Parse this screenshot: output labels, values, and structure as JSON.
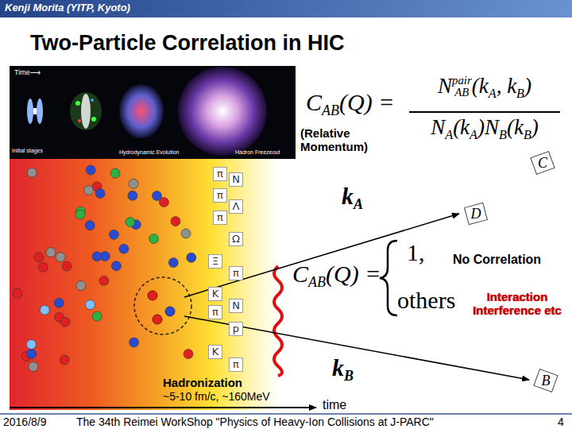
{
  "diagram": {
    "title": "Two-Particle Correlation in HIC",
    "nodes": [
      {
        "text": [
          "C"
        ]
      },
      {
        "text": [
          "D"
        ]
      },
      {
        "text": [
          "B"
        ]
      }
    ],
    "labels": [
      "Kenji Morita (YITP, Kyoto)",
      "Time⟶",
      "Initial stages",
      "Hydrodynamic Evolution",
      "Hadron Freezeout",
      "C",
      "AB",
      "(Q) =",
      "N",
      "pair",
      "AB",
      "(k",
      "A",
      ", k",
      "B",
      ")",
      "N",
      "A",
      "(k",
      "A",
      ")N",
      "B",
      "(k",
      "B",
      ")",
      "(Relative Momentum)",
      "π",
      "N",
      "π",
      "Λ",
      "π",
      "Ω",
      "Ξ",
      "π",
      "K",
      "π",
      "N",
      "p",
      "K",
      "π",
      "k",
      "A",
      "C",
      "AB",
      "(Q) =",
      "1,",
      "others",
      "No Correlation",
      "Interaction Interference etc",
      "k",
      "B",
      "Hadronization",
      "~5-10 fm/c, ~160MeV",
      "time",
      "2016/8/9",
      "The 34th Reimei WorkShop \"Physics of Heavy-Ion Collisions at J-PARC\"",
      "4"
    ]
  }
}
